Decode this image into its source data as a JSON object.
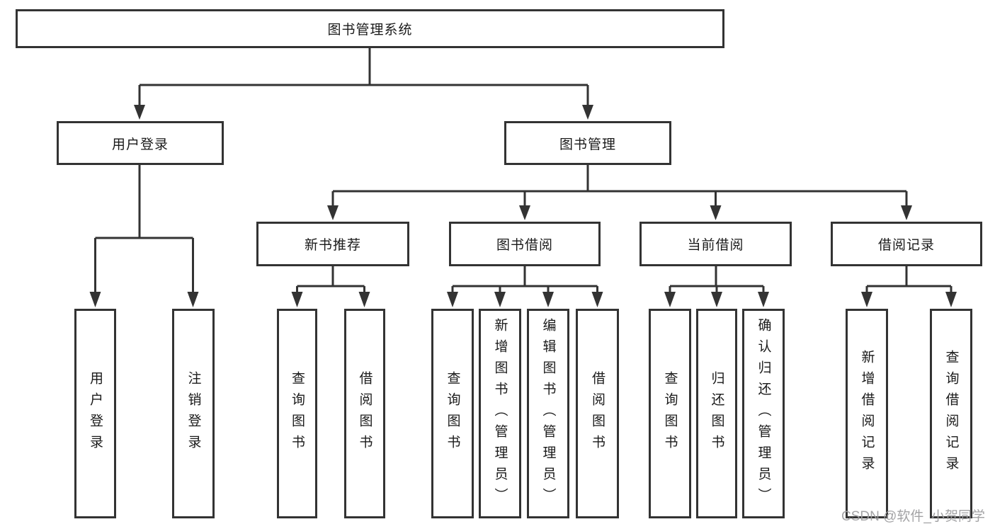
{
  "tree": {
    "label": "图书管理系统",
    "children": [
      {
        "label": "用户登录",
        "children": [
          {
            "label": "用户登录"
          },
          {
            "label": "注销登录"
          }
        ]
      },
      {
        "label": "图书管理",
        "children": [
          {
            "label": "新书推荐",
            "children": [
              {
                "label": "查询图书"
              },
              {
                "label": "借阅图书"
              }
            ]
          },
          {
            "label": "图书借阅",
            "children": [
              {
                "label": "查询图书"
              },
              {
                "label": "新增图书（管理员）"
              },
              {
                "label": "编辑图书（管理员）"
              },
              {
                "label": "借阅图书"
              }
            ]
          },
          {
            "label": "当前借阅",
            "children": [
              {
                "label": "查询图书"
              },
              {
                "label": "归还图书"
              },
              {
                "label": "确认归还（管理员）"
              }
            ]
          },
          {
            "label": "借阅记录",
            "children": [
              {
                "label": "新增借阅记录"
              },
              {
                "label": "查询借阅记录"
              }
            ]
          }
        ]
      }
    ]
  },
  "watermark": {
    "text": "CSDN @软件_小贺同学"
  },
  "colors": {
    "line": "#333333",
    "text": "#1a1a1a",
    "watermark": "#9e9ea0",
    "background": "#ffffff"
  }
}
